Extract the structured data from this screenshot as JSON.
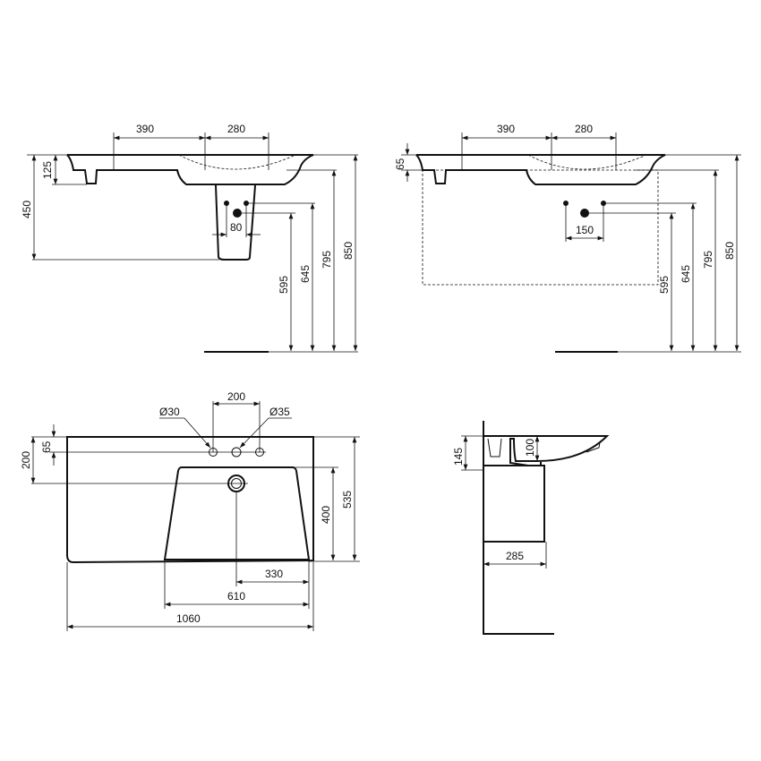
{
  "front_view_pedestal": {
    "dims": {
      "tap_left": "390",
      "tap_right": "280",
      "rim_height": "125",
      "pedestal_height": "450",
      "waste_height": "595",
      "supply_height": "645",
      "underside_height": "795",
      "top_height": "850",
      "supply_spacing": "80"
    }
  },
  "front_view_furniture": {
    "dims": {
      "tap_left": "390",
      "tap_right": "280",
      "rim_height": "65",
      "waste_height": "595",
      "supply_height": "645",
      "underside_height": "795",
      "top_height": "850",
      "supply_spacing": "150"
    }
  },
  "plan_view": {
    "dims": {
      "tap_spacing": "200",
      "hole_small": "Ø30",
      "hole_large": "Ø35",
      "tap_offset": "65",
      "drain_offset": "200",
      "bowl_depth": "400",
      "total_depth": "535",
      "drain_to_edge": "330",
      "bowl_width": "610",
      "total_width": "1060"
    }
  },
  "side_view": {
    "dims": {
      "total_height": "145",
      "bowl_height": "100",
      "pedestal_projection": "285"
    }
  }
}
